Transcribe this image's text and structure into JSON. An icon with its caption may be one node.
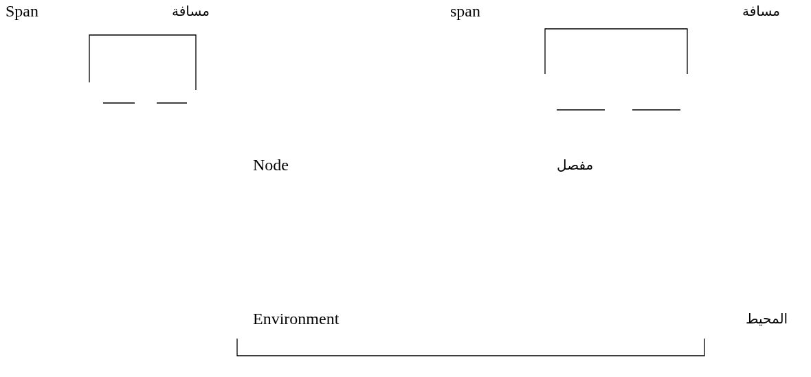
{
  "diagram": {
    "labels": [
      "Span",
      "مسافة",
      "span",
      "مسافة",
      "Node",
      "مفصل",
      "Environment",
      "المحيط"
    ]
  }
}
